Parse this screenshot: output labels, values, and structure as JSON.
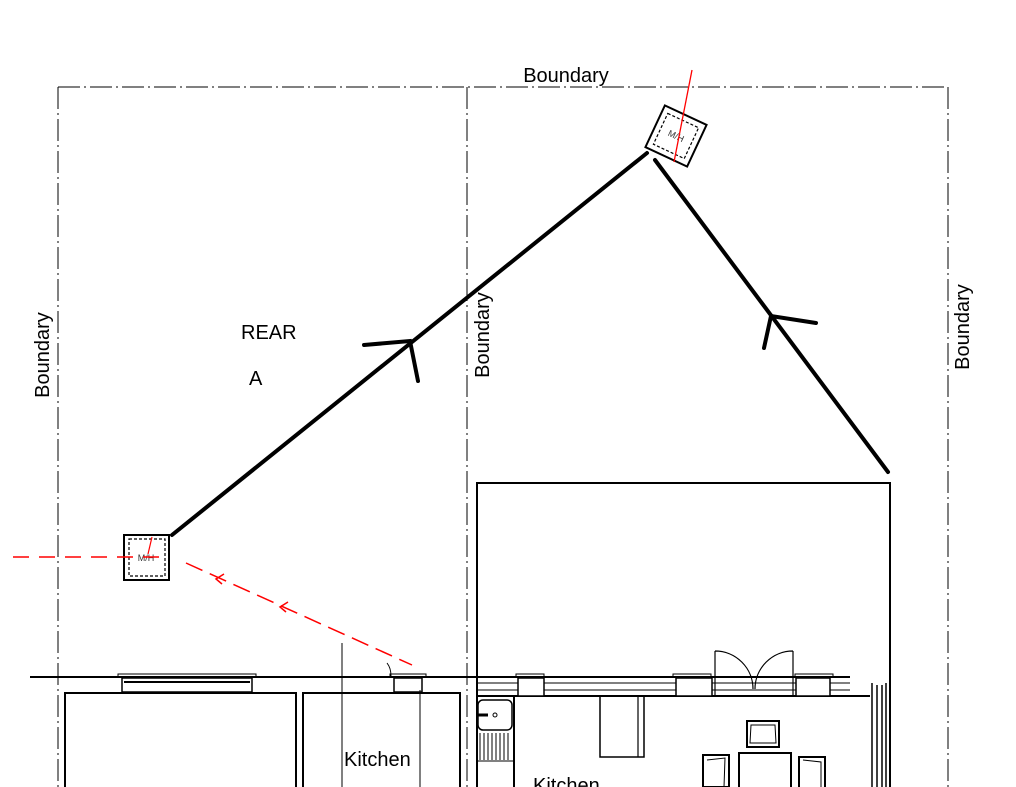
{
  "labels": {
    "boundary_top": "Boundary",
    "boundary_left": "Boundary",
    "boundary_middle": "Boundary",
    "boundary_right": "Boundary",
    "rear": "REAR",
    "a": "A",
    "kitchen_left": "Kitchen",
    "kitchen_right": "Kitchen",
    "manhole_left": "M/H",
    "manhole_top": "M/H"
  },
  "colors": {
    "drain_red": "#ff0000",
    "line": "#000000"
  }
}
